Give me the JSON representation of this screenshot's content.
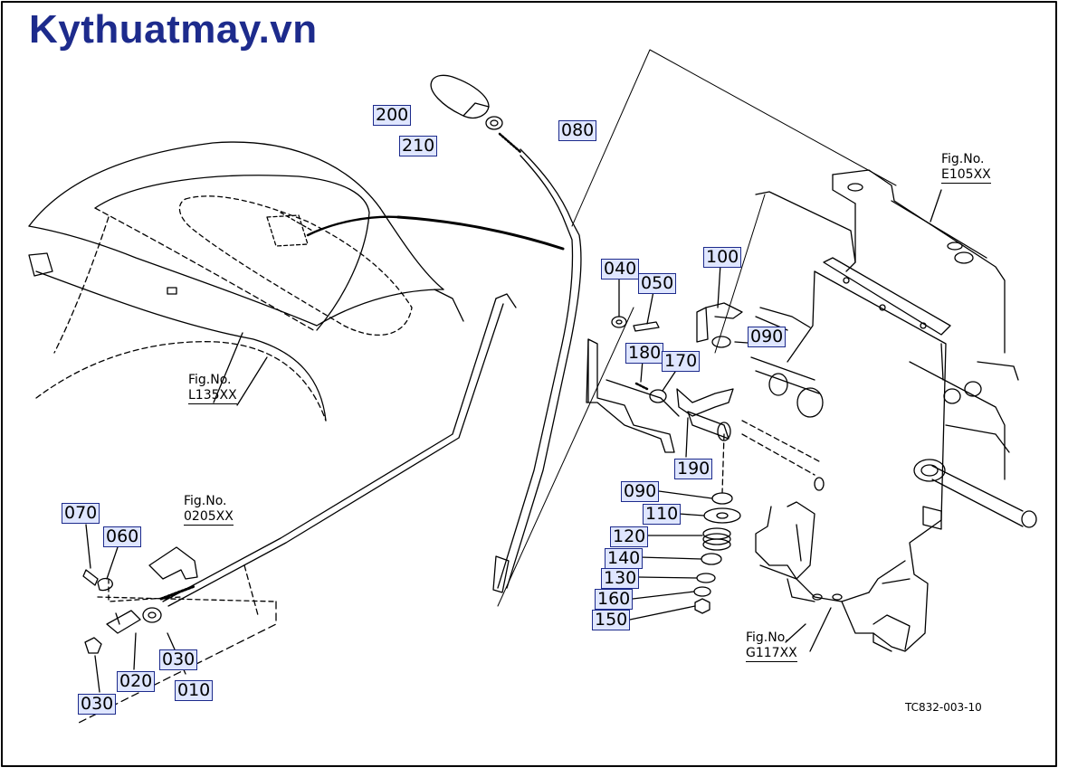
{
  "brand": "Kythuatmay.vn",
  "drawing_code": "TC832-003-10",
  "callouts": [
    {
      "id": "200",
      "text": "200"
    },
    {
      "id": "210",
      "text": "210"
    },
    {
      "id": "080",
      "text": "080"
    },
    {
      "id": "040",
      "text": "040"
    },
    {
      "id": "050",
      "text": "050"
    },
    {
      "id": "100",
      "text": "100"
    },
    {
      "id": "090a",
      "text": "090"
    },
    {
      "id": "180",
      "text": "180"
    },
    {
      "id": "170",
      "text": "170"
    },
    {
      "id": "190",
      "text": "190"
    },
    {
      "id": "090b",
      "text": "090"
    },
    {
      "id": "110",
      "text": "110"
    },
    {
      "id": "120",
      "text": "120"
    },
    {
      "id": "140",
      "text": "140"
    },
    {
      "id": "130",
      "text": "130"
    },
    {
      "id": "160",
      "text": "160"
    },
    {
      "id": "150",
      "text": "150"
    },
    {
      "id": "070",
      "text": "070"
    },
    {
      "id": "060",
      "text": "060"
    },
    {
      "id": "030a",
      "text": "030"
    },
    {
      "id": "020",
      "text": "020"
    },
    {
      "id": "010",
      "text": "010"
    },
    {
      "id": "030b",
      "text": "030"
    }
  ],
  "figure_refs": {
    "e105": {
      "label": "Fig.No.",
      "code": "E105XX"
    },
    "l135": {
      "label": "Fig.No.",
      "code": "L135XX"
    },
    "o205": {
      "label": "Fig.No.",
      "code": "0205XX"
    },
    "g117": {
      "label": "Fig.No.",
      "code": "G117XX"
    }
  }
}
